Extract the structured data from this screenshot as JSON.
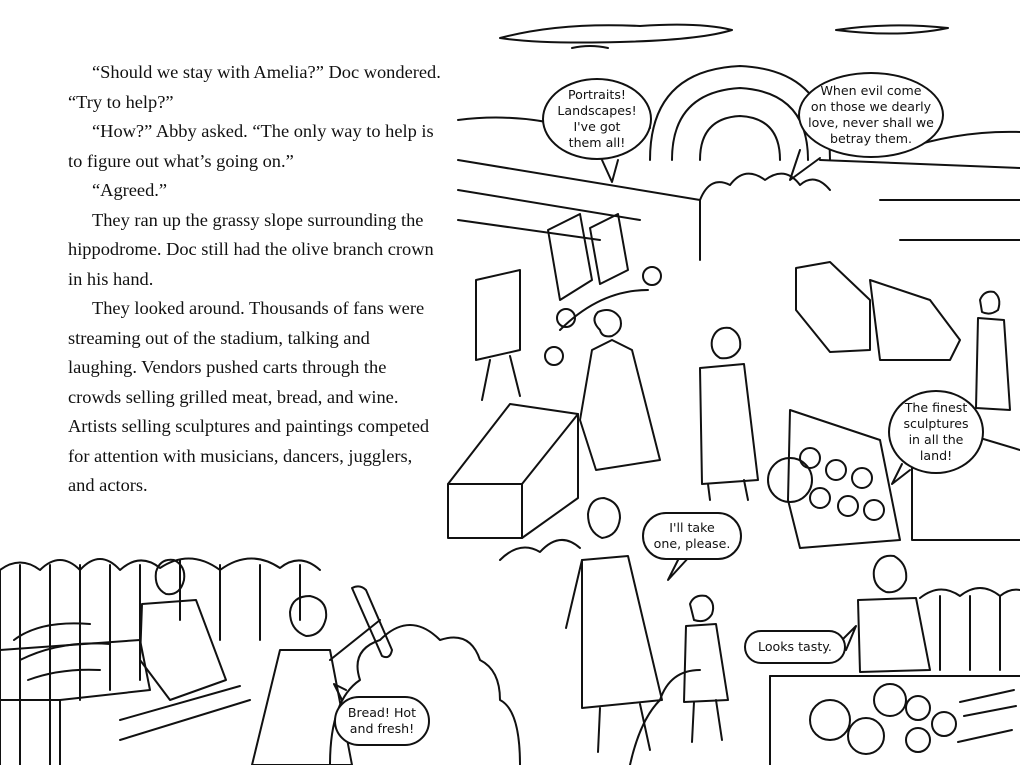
{
  "story": {
    "paragraphs": [
      "“Should we stay with Amelia?” Doc wondered. “Try to help?”",
      "“How?” Abby asked. “The only way to help is to figure out what’s going on.”",
      "“Agreed.”",
      "They ran up the grassy slope surrounding the hippodrome. Doc still had the olive branch crown in his hand.",
      "They looked around. Thousands of fans were streaming out of the stadium, talking and laughing. Vendors pushed carts through the crowds selling grilled meat, bread, and wine. Artists selling sculptures and paintings competed for attention with musicians, dancers, jugglers, and actors."
    ]
  },
  "bubbles": {
    "portraits": "Portraits!\nLandscapes!\nI've got\nthem all!",
    "evil": "When evil come\non those we dearly\nlove, never shall we\nbetray them.",
    "sculptures": "The finest\nsculptures\nin all the\nland!",
    "take_one": "I'll take\none, please.",
    "looks_tasty": "Looks tasty.",
    "bread": "Bread! Hot\nand fresh!"
  }
}
